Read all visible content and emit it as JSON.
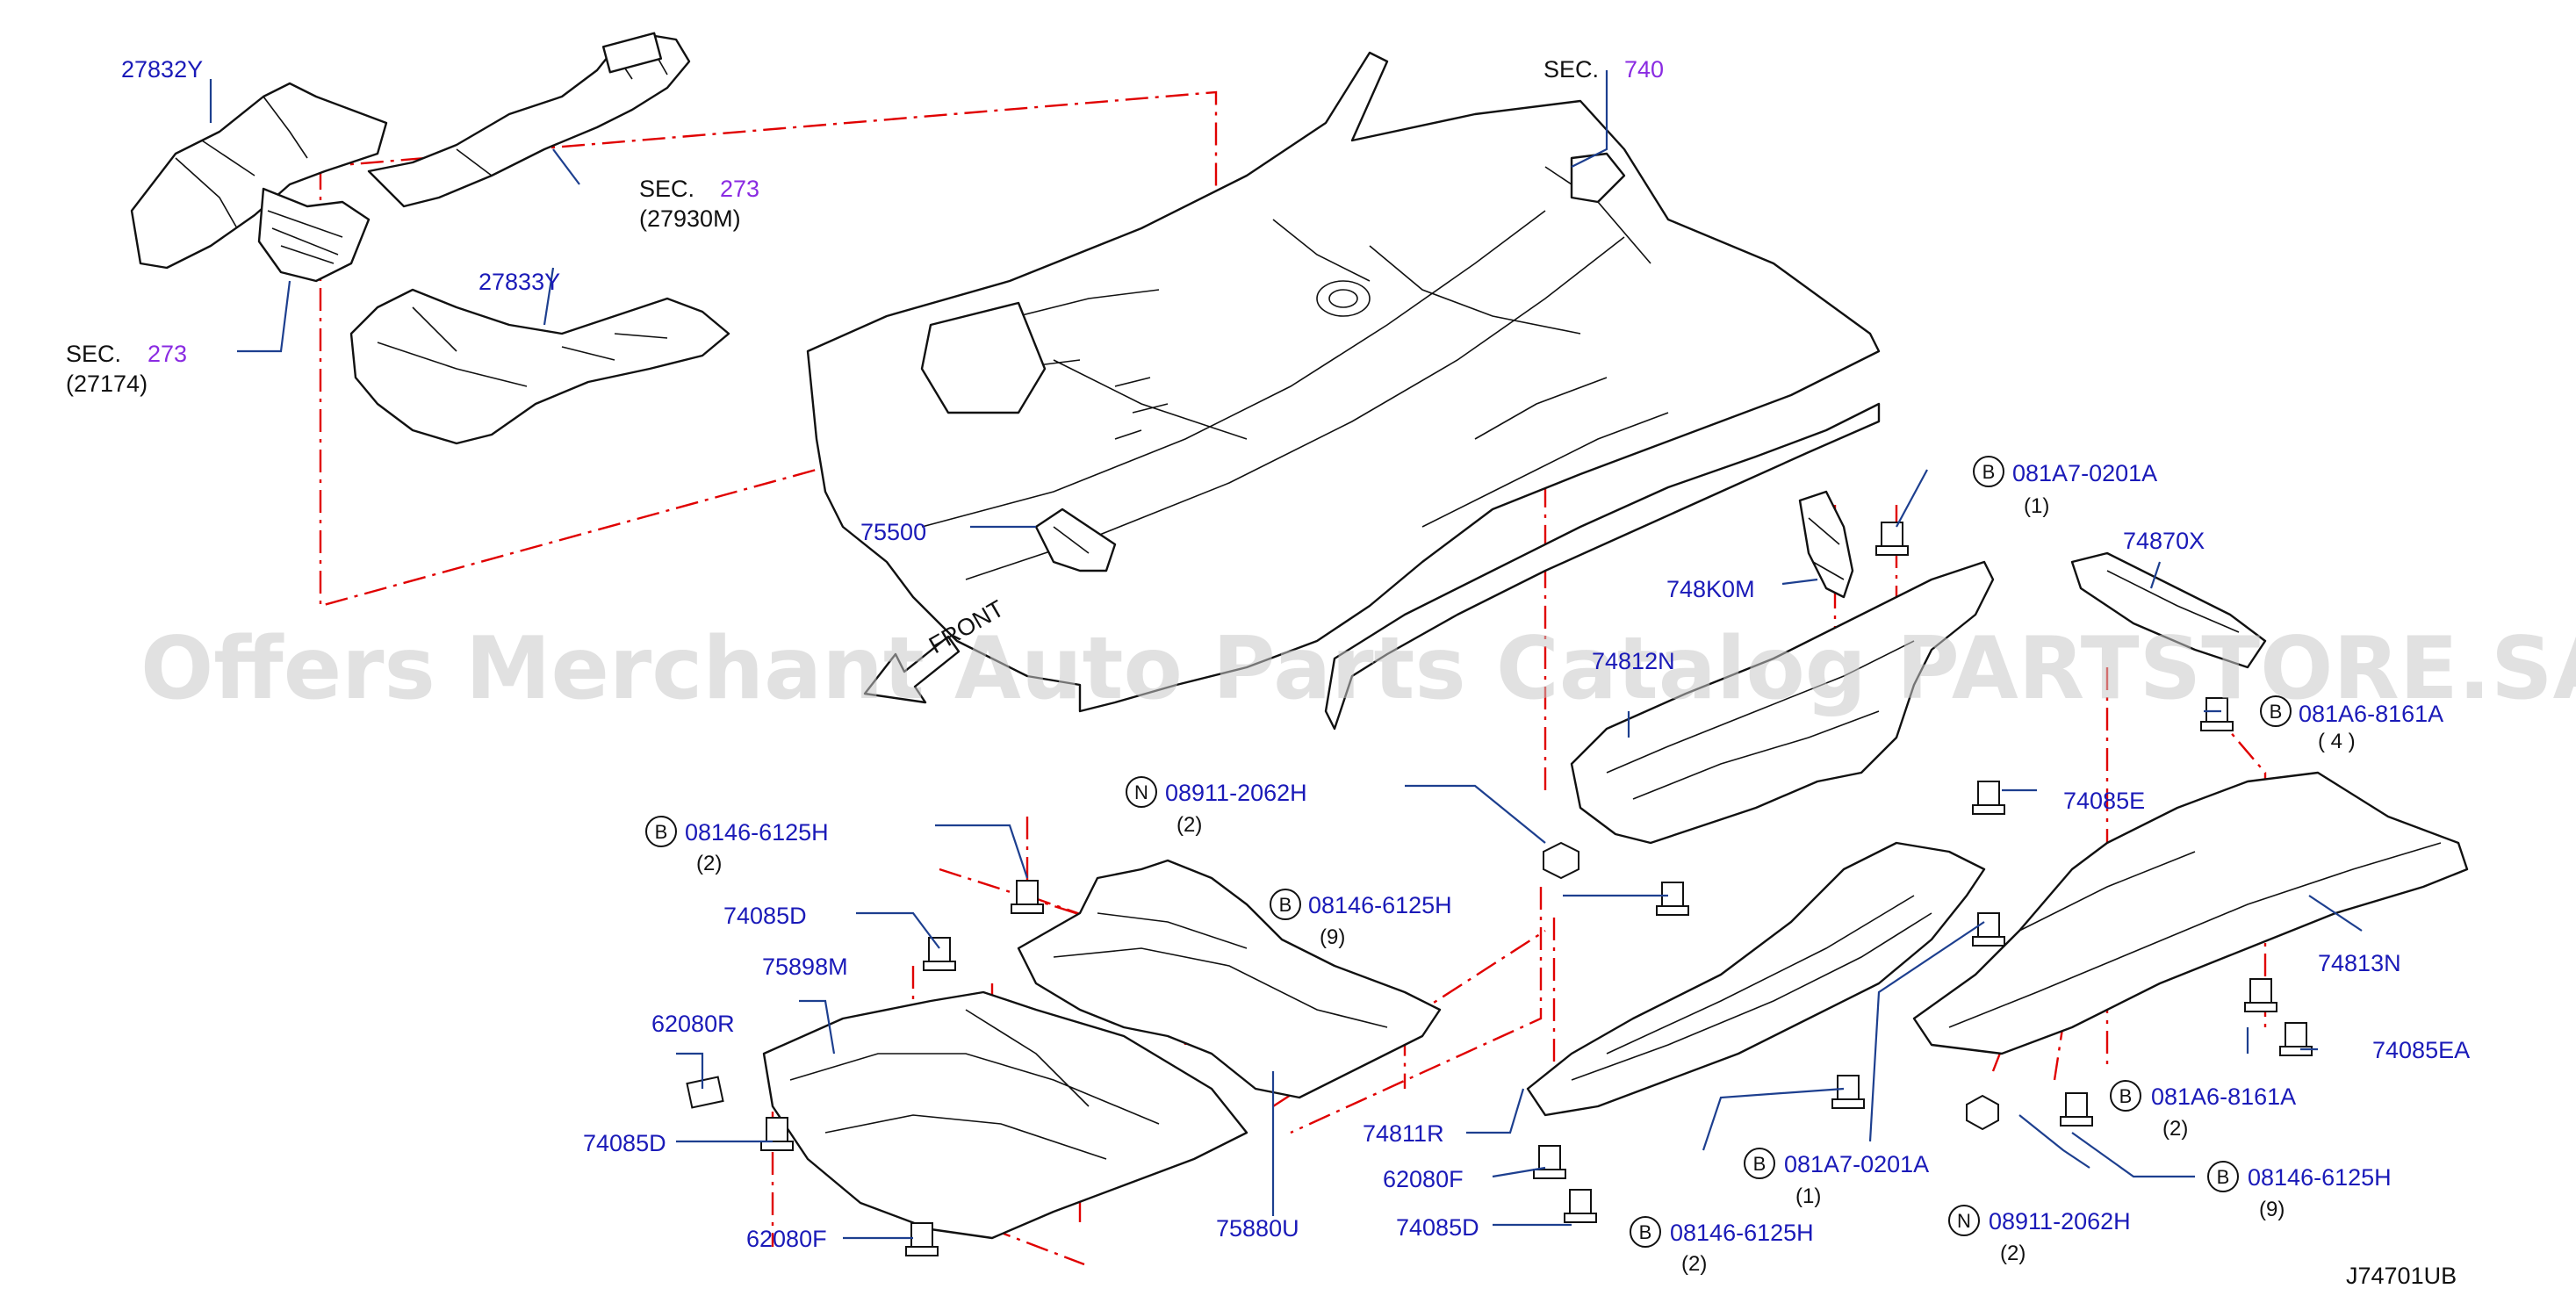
{
  "diagram": {
    "labels": {
      "p27832Y": "27832Y",
      "p27833Y": "27833Y",
      "sec273a_prefix": "SEC.",
      "sec273a_num": "273",
      "sec273a_sub": "(27930M)",
      "sec273b_prefix": "SEC.",
      "sec273b_num": "273",
      "sec273b_sub": "(27174)",
      "sec740_prefix": "SEC.",
      "sec740_num": "740",
      "p75500": "75500",
      "front": "FRONT",
      "p748K0M": "748K0M",
      "p74812N": "74812N",
      "p74870X": "74870X",
      "b081A7_top": "081A7-0201A",
      "b081A7_top_qty": "(1)",
      "b081A6_top": "081A6-8161A",
      "b081A6_top_qty": "( 4 )",
      "p74085E": "74085E",
      "n08911_top": "08911-2062H",
      "n08911_top_qty": "(2)",
      "b08146_left": "08146-6125H",
      "b08146_left_qty": "(2)",
      "p74085D_a": "74085D",
      "p75898M": "75898M",
      "b08146_mid": "08146-6125H",
      "b08146_mid_qty": "(9)",
      "p62080R": "62080R",
      "p74085D_b": "74085D",
      "p62080F_a": "62080F",
      "p75880U": "75880U",
      "p74811R": "74811R",
      "p62080F_b": "62080F",
      "p74085D_c": "74085D",
      "b081A7_bot": "081A7-0201A",
      "b081A7_bot_qty": "(1)",
      "b08146_bot": "08146-6125H",
      "b08146_bot_qty": "(2)",
      "n08911_bot": "08911-2062H",
      "n08911_bot_qty": "(2)",
      "p74813N": "74813N",
      "p74085EA": "74085EA",
      "b081A6_bot": "081A6-8161A",
      "b081A6_bot_qty": "(2)",
      "b08146_right": "08146-6125H",
      "b08146_right_qty": "(9)",
      "diagram_code": "J74701UB"
    },
    "symbols": {
      "bolt_symbol": "B",
      "nut_symbol": "N"
    },
    "watermark": "Offers Merchant Auto Parts Catalog PARTSTORE.SA",
    "colors": {
      "part_number": "#1a1ab8",
      "section_number": "#8a2be2",
      "leader": "#1d3f8f",
      "alignment_line": "#e00000",
      "watermark": "#c9c9c9"
    }
  }
}
